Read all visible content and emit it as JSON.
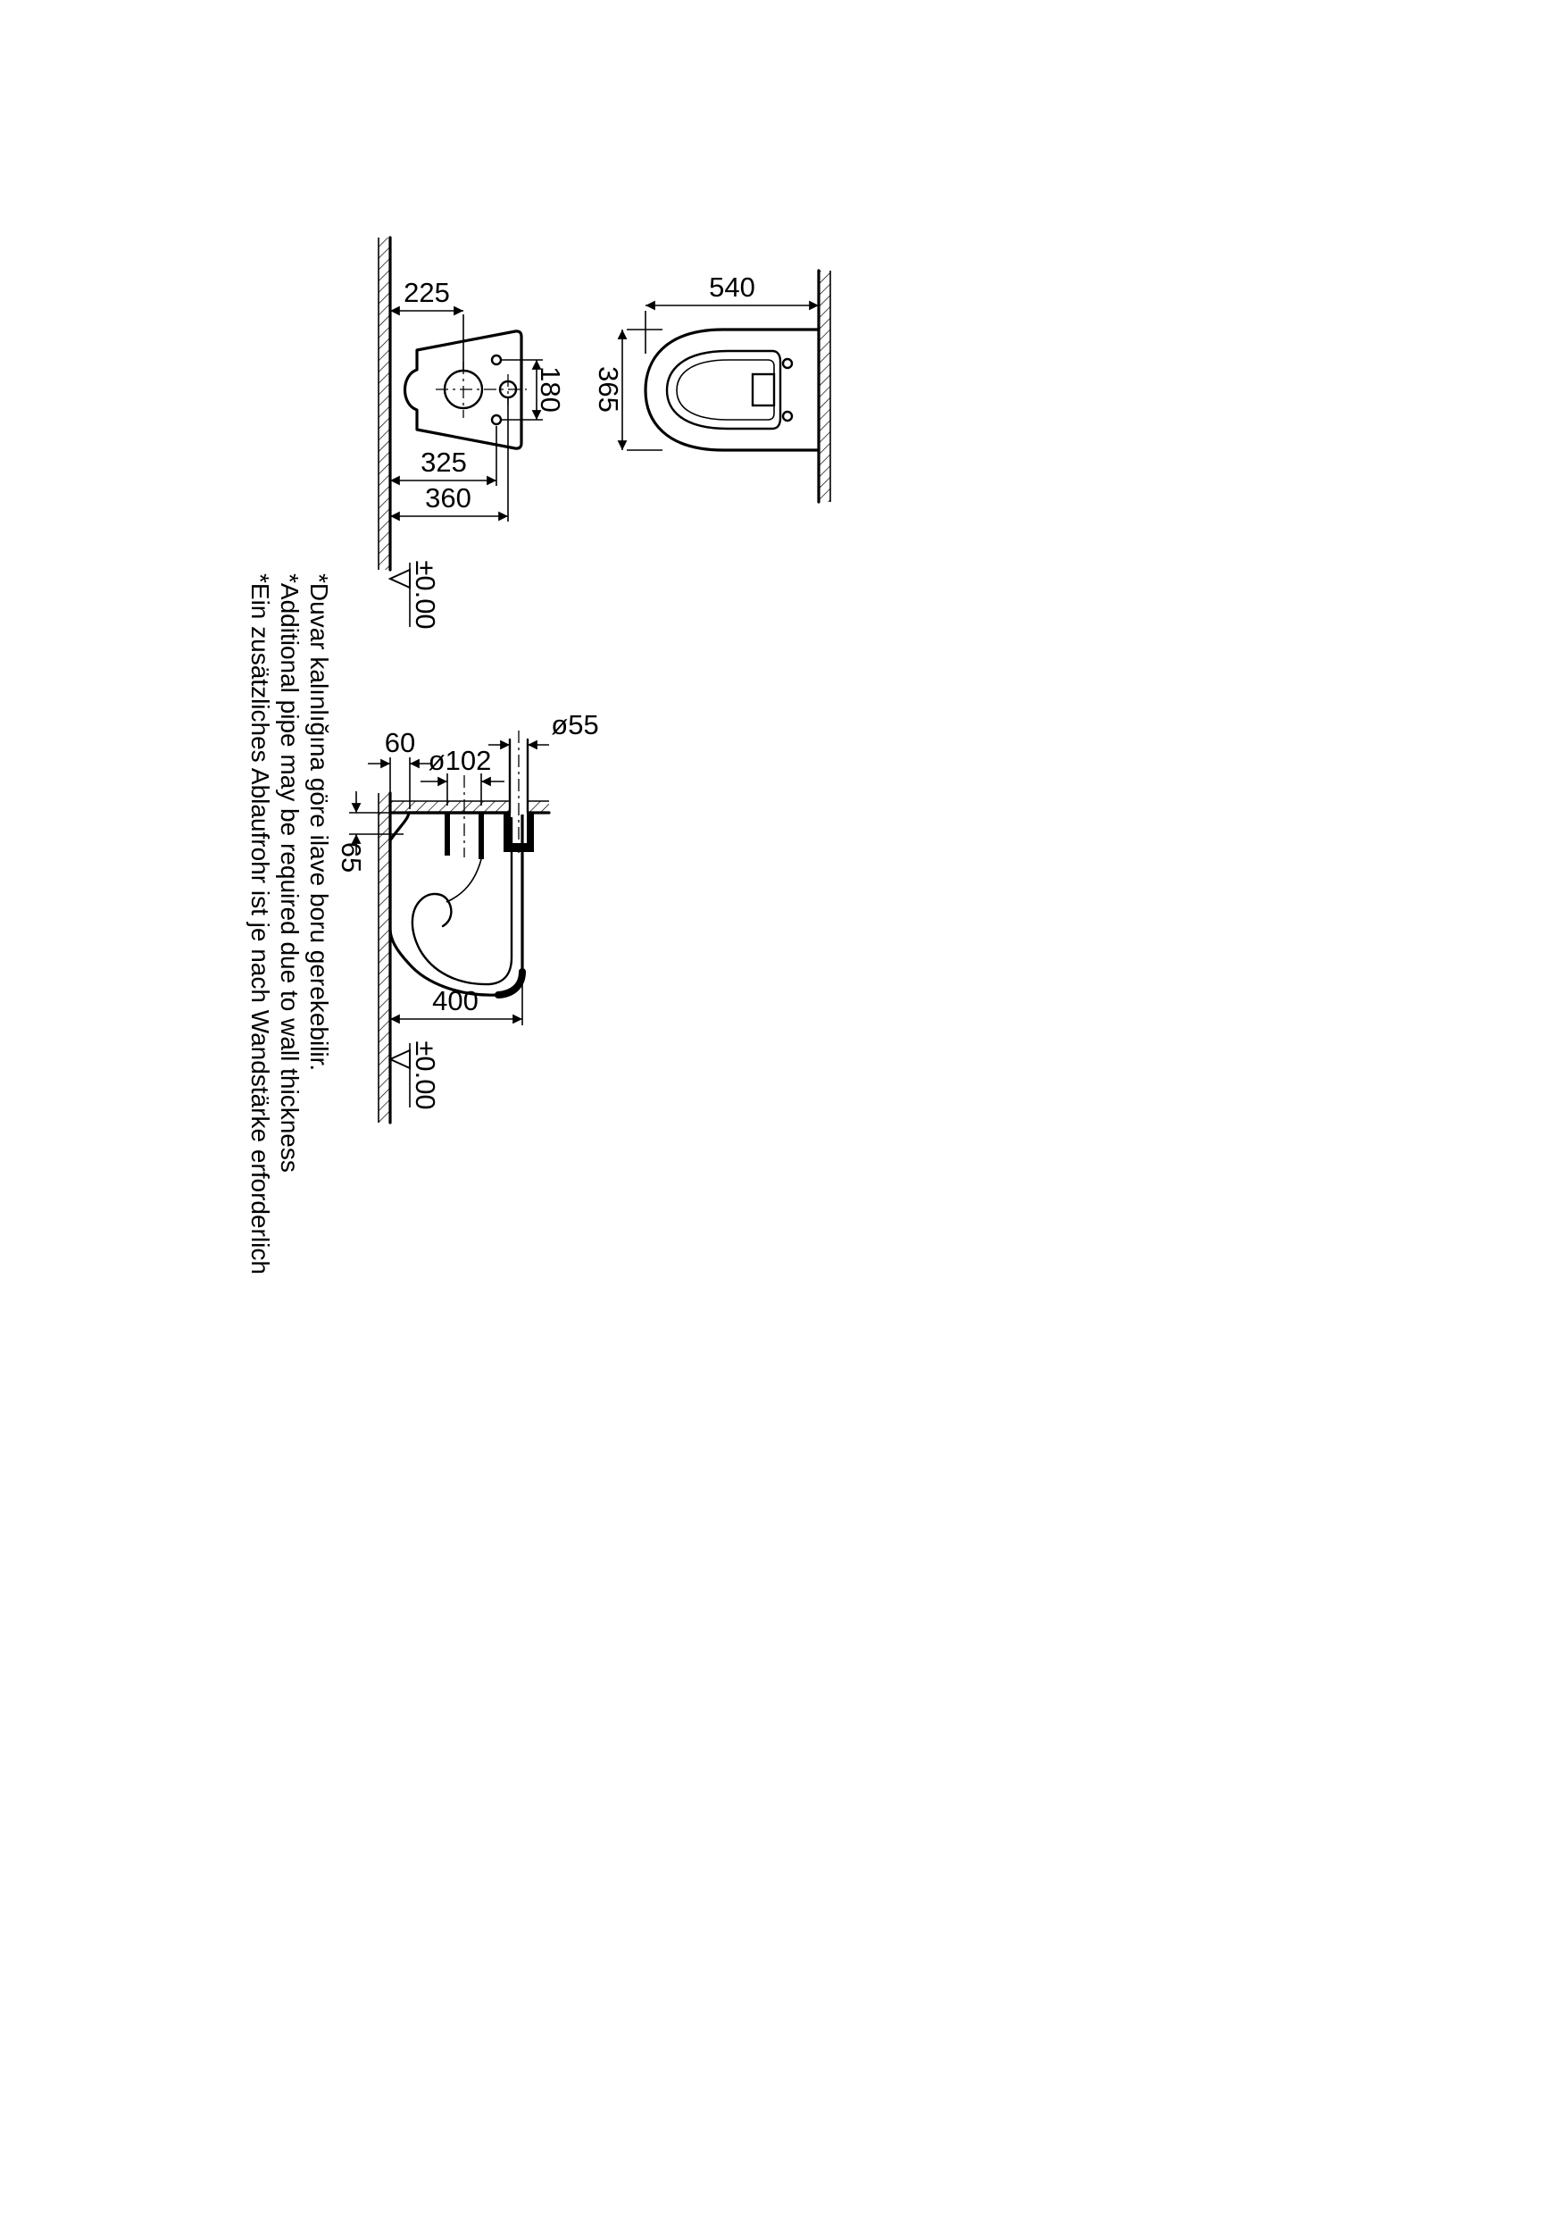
{
  "page": {
    "background": "#ffffff",
    "ink": "#000000"
  },
  "rear_view": {
    "d225": "225",
    "d180": "180",
    "d325": "325",
    "d360": "360",
    "datum": "±0.00"
  },
  "plan_view": {
    "d540": "540",
    "d365": "365"
  },
  "side_view": {
    "d60": "60",
    "d102": "ø102",
    "d55": "ø55",
    "d65": "65",
    "d400": "400",
    "datum": "±0.00"
  },
  "footnotes": {
    "tr": "*Duvar kalınlığına göre ilave boru gerekebilir.",
    "en": "*Additional pipe may be required due to wall thickness",
    "de": "*Ein zusätzliches Ablaufrohr ist je nach Wandstärke erforderlich"
  }
}
